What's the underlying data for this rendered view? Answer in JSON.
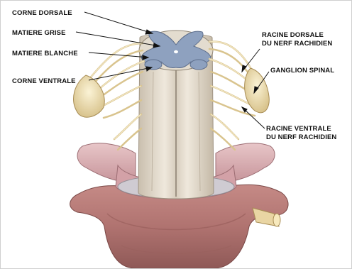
{
  "labels": {
    "corne_dorsale": "CORNE DORSALE",
    "matiere_grise": "MATIERE GRISE",
    "matiere_blanche": "MATIERE BLANCHE",
    "corne_ventrale": "CORNE VENTRALE",
    "racine_dorsale_1": "RACINE DORSALE",
    "racine_dorsale_2": "DU NERF RACHIDIEN",
    "ganglion_spinal": "GANGLION SPINAL",
    "racine_ventrale_1": "RACINE VENTRALE",
    "racine_ventrale_2": "DU NERF RACHIDIEN"
  },
  "colors": {
    "white_matter": "#dcd3c4",
    "grey_matter": "#8ea1bf",
    "nerve": "#efe2b8",
    "bone": "#b47a78",
    "dura": "#d9aeb3"
  }
}
